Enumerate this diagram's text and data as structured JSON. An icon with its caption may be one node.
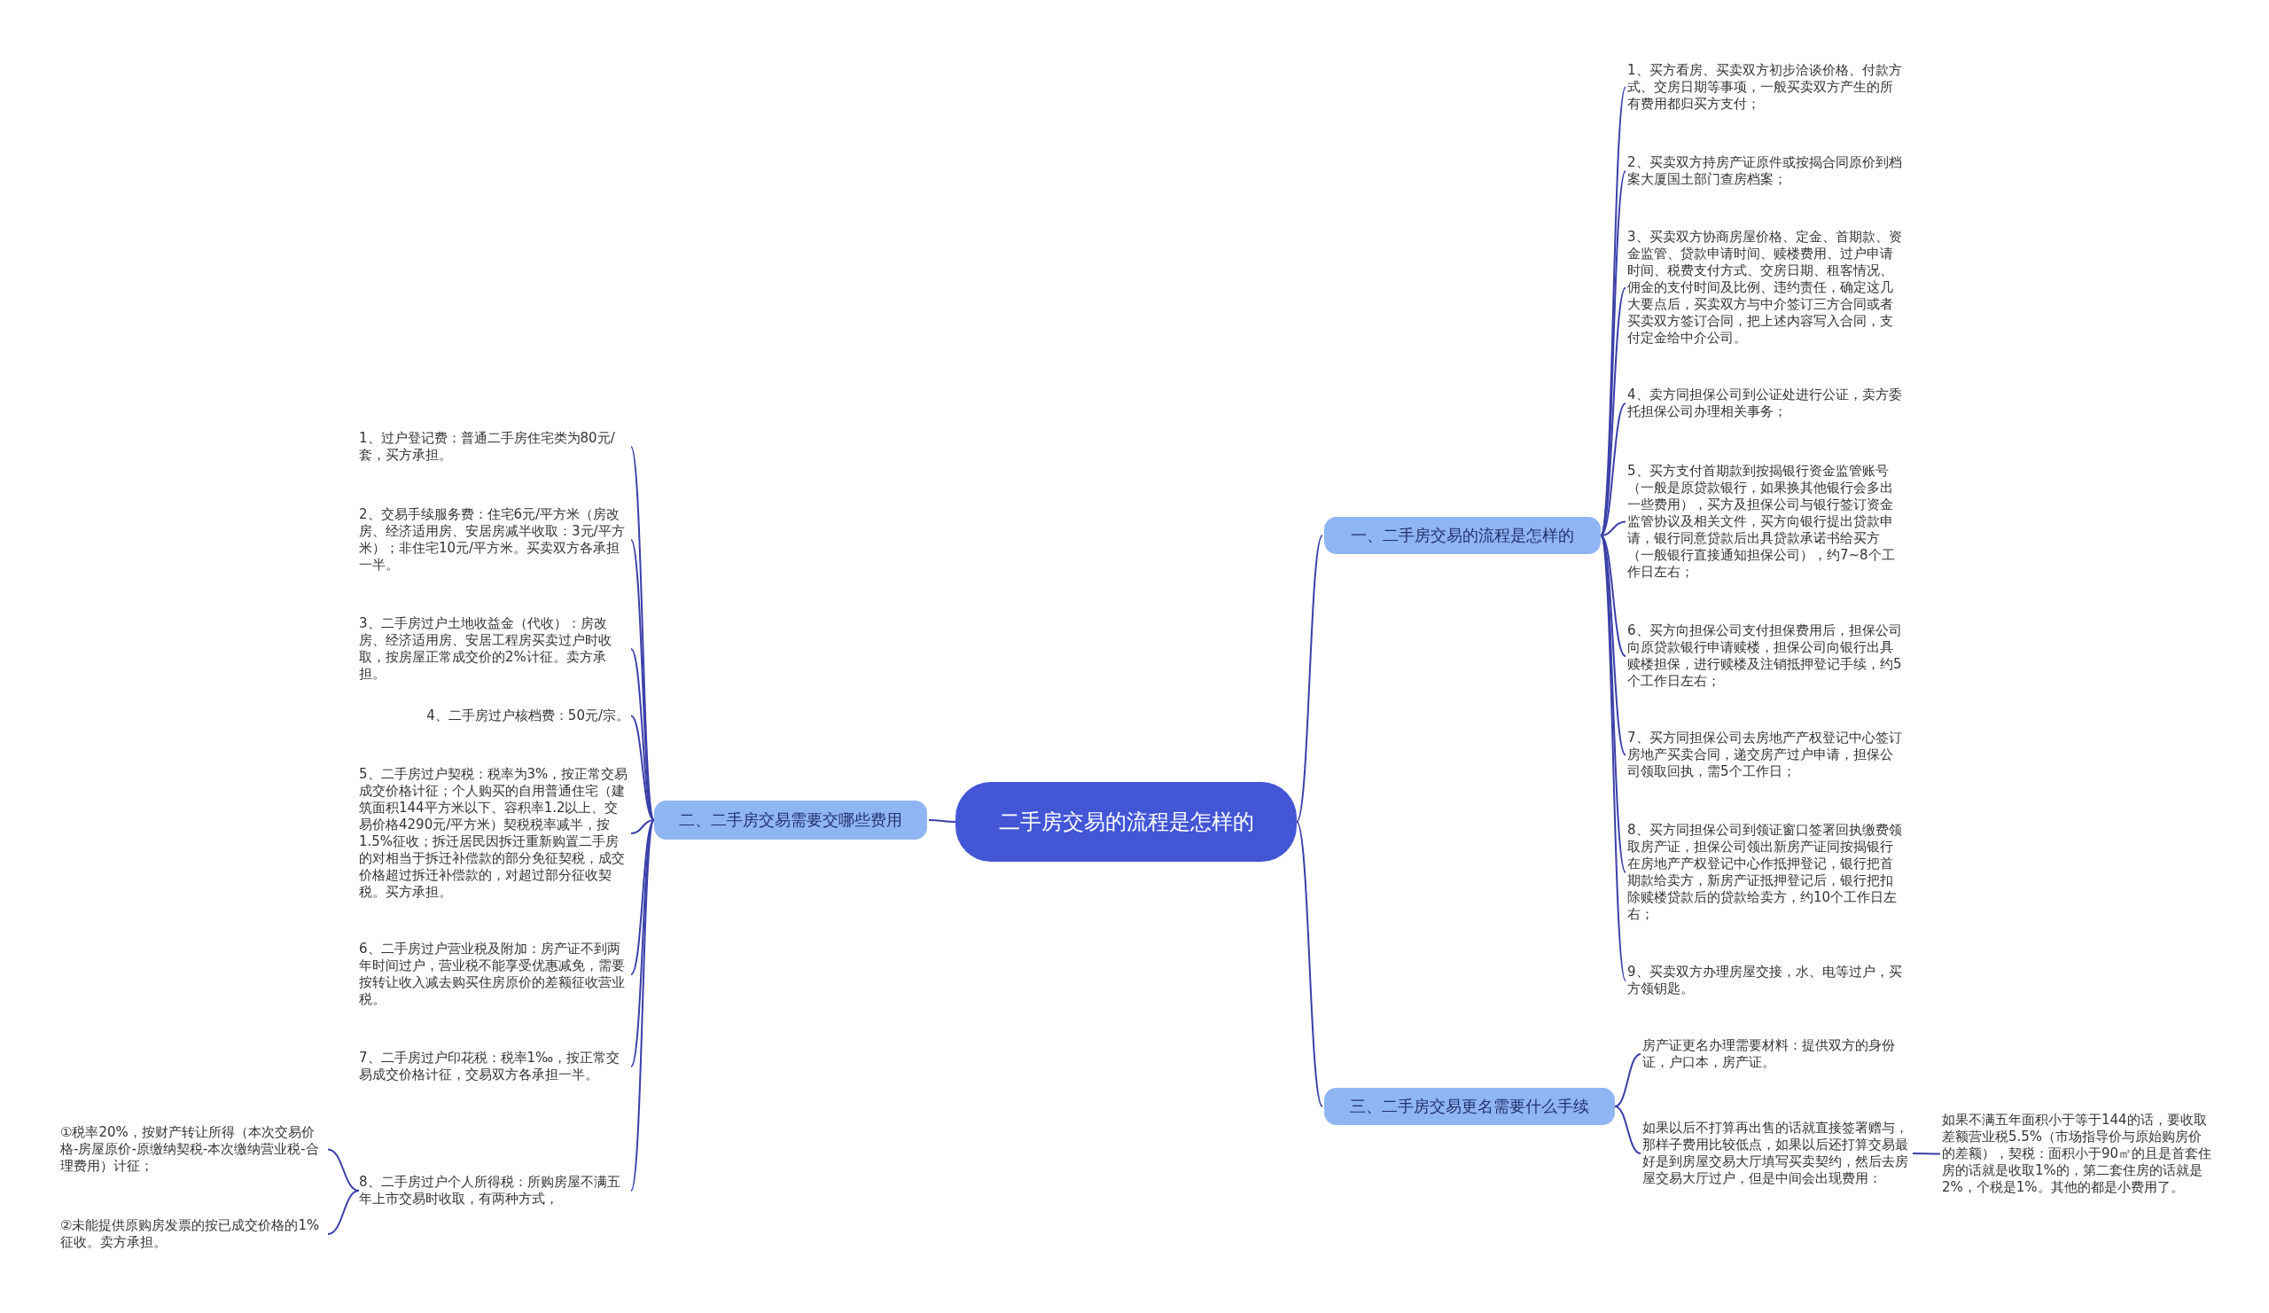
{
  "diagram": {
    "nodes": [
      {
        "text": [
          "二手房交易的流程是怎样的"
        ]
      },
      {
        "text": [
          "一、二手房交易的流程是怎样的"
        ]
      },
      {
        "text": [
          "1、买方看房、买卖双方初步洽谈价格、付款方式、交房日期等事项，一般买卖双方产生的所有费用都归买方支付；"
        ]
      },
      {
        "text": [
          "2、买卖双方持房产证原件或按揭合同原价到档案大厦国土部门查房档案；"
        ]
      },
      {
        "text": [
          "3、买卖双方协商房屋价格、定金、首期款、资金监管、贷款申请时间、赎楼费用、过户申请时间、税费支付方式、交房日期、租客情况、佣金的支付时间及比例、违约责任，确定这几大要点后，买卖双方与中介签订三方合同或者买卖双方签订合同，把上述内容写入合同，支付定金给中介公司。"
        ]
      },
      {
        "text": [
          "4、卖方同担保公司到公证处进行公证，卖方委托担保公司办理相关事务；"
        ]
      },
      {
        "text": [
          "5、买方支付首期款到按揭银行资金监管账号（一般是原贷款银行，如果换其他银行会多出一些费用），买方及担保公司与银行签订资金监管协议及相关文件，买方向银行提出贷款申请，银行同意贷款后出具贷款承诺书给买方（一般银行直接通知担保公司），约7~8个工作日左右；"
        ]
      },
      {
        "text": [
          "6、买方向担保公司支付担保费用后，担保公司向原贷款银行申请赎楼，担保公司向银行出具赎楼担保，进行赎楼及注销抵押登记手续，约5个工作日左右；"
        ]
      },
      {
        "text": [
          "7、买方同担保公司去房地产产权登记中心签订房地产买卖合同，递交房产过户申请，担保公司领取回执，需5个工作日；"
        ]
      },
      {
        "text": [
          "8、买方同担保公司到领证窗口签署回执缴费领取房产证，担保公司领出新房产证同按揭银行在房地产产权登记中心作抵押登记，银行把首期款给卖方，新房产证抵押登记后，银行把扣除赎楼贷款后的贷款给卖方，约10个工作日左右；"
        ]
      },
      {
        "text": [
          "9、买卖双方办理房屋交接，水、电等过户，买方领钥匙。"
        ]
      },
      {
        "text": [
          "二、二手房交易需要交哪些费用"
        ]
      },
      {
        "text": [
          "1、过户登记费：普通二手房住宅类为80元/套，买方承担。"
        ]
      },
      {
        "text": [
          "2、交易手续服务费：住宅6元/平方米（房改房、经济适用房、安居房减半收取：3元/平方米）；非住宅10元/平方米。买卖双方各承担一半。"
        ]
      },
      {
        "text": [
          "3、二手房过户土地收益金（代收）：房改房、经济适用房、安居工程房买卖过户时收取，按房屋正常成交价的2%计征。卖方承担。"
        ]
      },
      {
        "text": [
          "4、二手房过户核档费：50元/宗。"
        ]
      },
      {
        "text": [
          "5、二手房过户契税：税率为3%，按正常交易成交价格计征；个人购买的自用普通住宅（建筑面积144平方米以下、容积率1.2以上、交易价格4290元/平方米）契税税率减半，按1.5%征收；拆迁居民因拆迁重新购置二手房的对相当于拆迁补偿款的部分免征契税，成交价格超过拆迁补偿款的，对超过部分征收契税。买方承担。"
        ]
      },
      {
        "text": [
          "6、二手房过户营业税及附加：房产证不到两年时间过户，营业税不能享受优惠减免，需要按转让收入减去购买住房原价的差额征收营业税。"
        ]
      },
      {
        "text": [
          "7、二手房过户印花税：税率1‰，按正常交易成交价格计征，交易双方各承担一半。"
        ]
      },
      {
        "text": [
          "8、二手房过户个人所得税：所购房屋不满五年上市交易时收取，有两种方式，"
        ]
      },
      {
        "text": [
          "①税率20%，按财产转让所得（本次交易价格-房屋原价-原缴纳契税-本次缴纳营业税-合理费用）计征；"
        ]
      },
      {
        "text": [
          "②未能提供原购房发票的按已成交价格的1%征收。卖方承担。"
        ]
      },
      {
        "text": [
          "三、二手房交易更名需要什么手续"
        ]
      },
      {
        "text": [
          "房产证更名办理需要材料：提供双方的身份证，户口本，房产证。"
        ]
      },
      {
        "text": [
          "如果以后不打算再出售的话就直接签署赠与，那样子费用比较低点，如果以后还打算交易最好是到房屋交易大厅填写买卖契约，然后去房屋交易大厅过户，但是中间会出现费用："
        ]
      },
      {
        "text": [
          "如果不满五年面积小于等于144的话，要收取差额营业税5.5%（市场指导价与原始购房价的差额），契税：面积小于90㎡的且是首套住房的话就是收取1%的，第二套住房的话就是2%，个税是1%。其他的都是小费用了。"
        ]
      }
    ],
    "edges": [
      {
        "from": 0,
        "to": 1,
        "arrow": "none"
      },
      {
        "from": 1,
        "to": 2,
        "arrow": "none"
      },
      {
        "from": 1,
        "to": 3,
        "arrow": "none"
      },
      {
        "from": 1,
        "to": 4,
        "arrow": "none"
      },
      {
        "from": 1,
        "to": 5,
        "arrow": "none"
      },
      {
        "from": 1,
        "to": 6,
        "arrow": "none"
      },
      {
        "from": 1,
        "to": 7,
        "arrow": "none"
      },
      {
        "from": 1,
        "to": 8,
        "arrow": "none"
      },
      {
        "from": 1,
        "to": 9,
        "arrow": "none"
      },
      {
        "from": 1,
        "to": 10,
        "arrow": "none"
      },
      {
        "from": 0,
        "to": 11,
        "arrow": "none"
      },
      {
        "from": 11,
        "to": 12,
        "arrow": "none"
      },
      {
        "from": 11,
        "to": 13,
        "arrow": "none"
      },
      {
        "from": 11,
        "to": 14,
        "arrow": "none"
      },
      {
        "from": 11,
        "to": 15,
        "arrow": "none"
      },
      {
        "from": 11,
        "to": 16,
        "arrow": "none"
      },
      {
        "from": 11,
        "to": 17,
        "arrow": "none"
      },
      {
        "from": 11,
        "to": 18,
        "arrow": "none"
      },
      {
        "from": 11,
        "to": 19,
        "arrow": "none"
      },
      {
        "from": 19,
        "to": 20,
        "arrow": "none"
      },
      {
        "from": 19,
        "to": 21,
        "arrow": "none"
      },
      {
        "from": 0,
        "to": 22,
        "arrow": "none"
      },
      {
        "from": 22,
        "to": 23,
        "arrow": "none"
      },
      {
        "from": 22,
        "to": 24,
        "arrow": "none"
      },
      {
        "from": 24,
        "to": 25,
        "arrow": "none"
      }
    ]
  }
}
